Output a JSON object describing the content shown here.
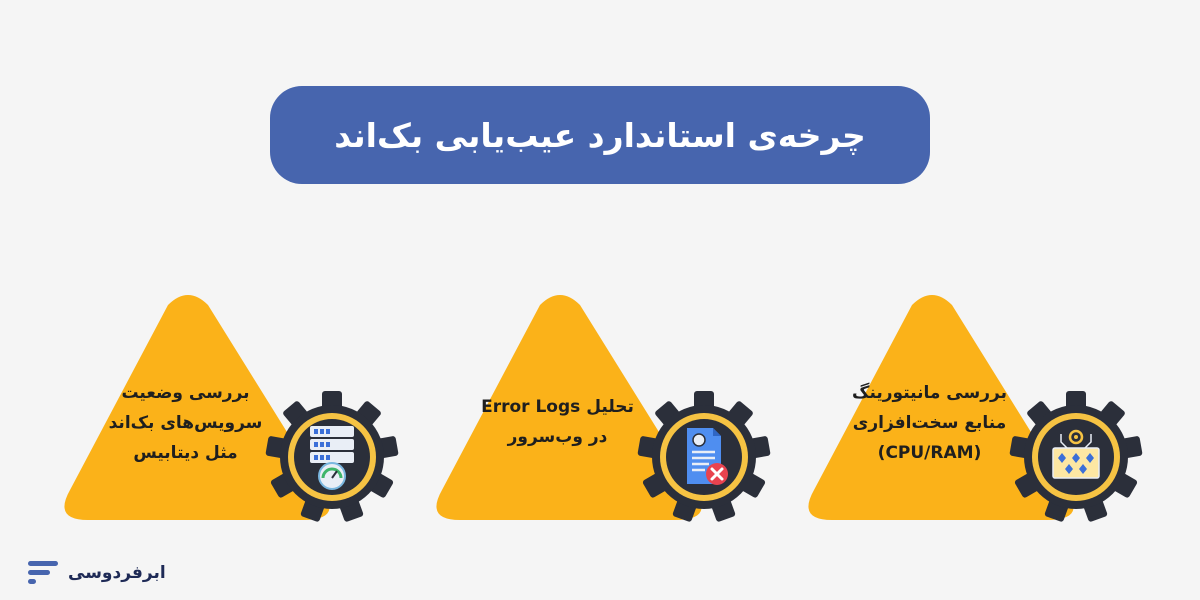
{
  "title": "چرخه‌ی استاندارد عیب‌یابی بک‌اند",
  "colors": {
    "primary": "#4765ae",
    "accent": "#fbb219",
    "gear": "#2b2f3a",
    "background": "#f5f5f5"
  },
  "steps": [
    {
      "lines": [
        "بررسی وضعیت",
        "سرویس‌های بک‌اند",
        "مثل دیتابیس"
      ],
      "icon": "server-status-icon"
    },
    {
      "lines": [
        "تحلیل Error Logs",
        "در وب‌سرور"
      ],
      "icon": "error-log-document-icon"
    },
    {
      "lines": [
        "بررسی مانیتورینگ",
        "منابع سخت‌افزاری",
        "(CPU/RAM)"
      ],
      "icon": "hardware-monitoring-icon"
    }
  ],
  "brand": {
    "name": "ابرفردوسی",
    "icon": "brand-logo-icon"
  }
}
